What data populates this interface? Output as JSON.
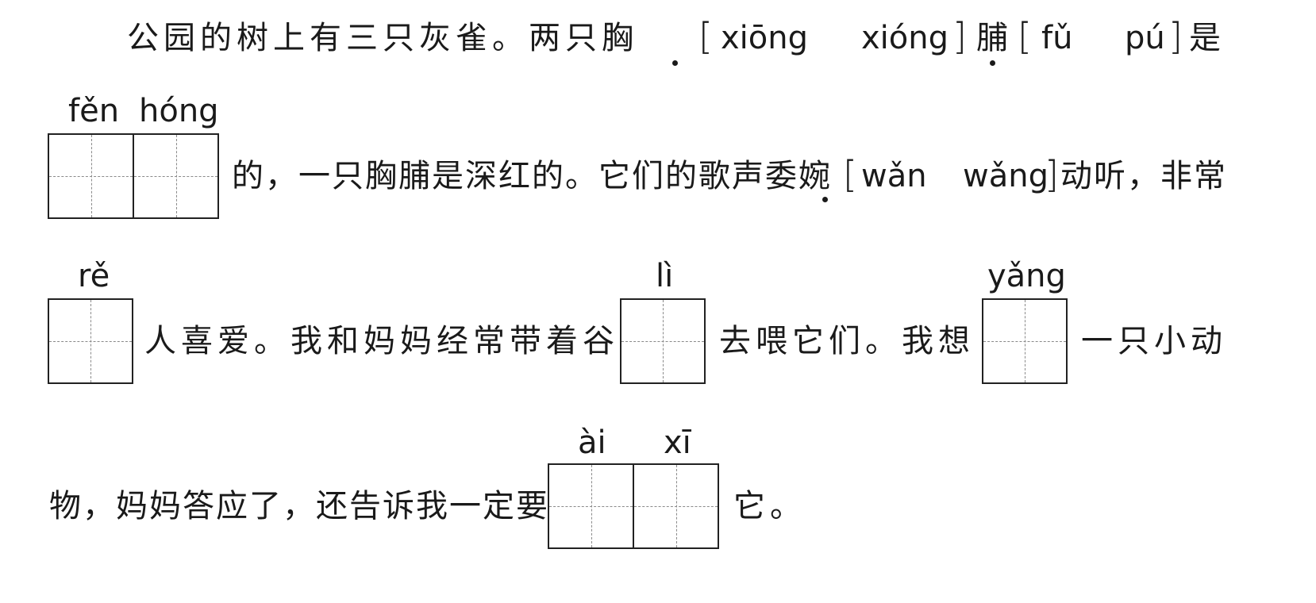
{
  "passage": {
    "line1": {
      "lead": "公园的树上有三只灰雀。两只胸",
      "choice1_open": "[",
      "choice1_a": "xiōng",
      "choice1_b": "xióng",
      "choice1_close": "]",
      "mid": "脯",
      "choice2_open": "[",
      "choice2_a": "fǔ",
      "choice2_b": "pú",
      "choice2_close": "]",
      "tail": "是"
    },
    "line2": {
      "pinyin_1": "fěn",
      "pinyin_2": "hóng",
      "text": "的，一只胸脯是深红的。它们的歌声委婉",
      "choice_open": "[",
      "choice_a": "wǎn",
      "choice_b": "wǎng",
      "choice_close": "]",
      "tail": "动听，非常"
    },
    "line3": {
      "pinyin_re": "rě",
      "text_a": "人喜爱。我和妈妈经常带着谷",
      "pinyin_li": "lì",
      "text_b": "去喂它们。我想",
      "pinyin_yang": "yǎng",
      "text_c": "一只小动"
    },
    "line4": {
      "text_a": "物，妈妈答应了，还告诉我一定要",
      "pinyin_1": "ài",
      "pinyin_2": "xī",
      "text_b": "它。"
    }
  }
}
